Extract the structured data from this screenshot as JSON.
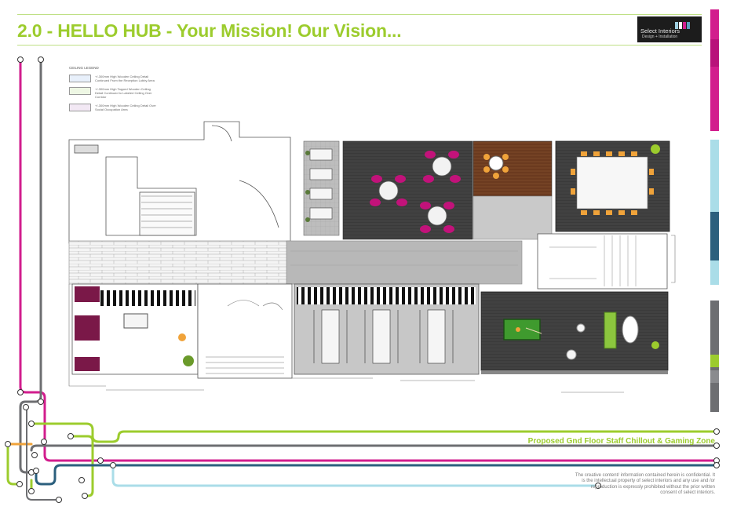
{
  "header": {
    "title": "2.0 - HELLO HUB - Your Mission! Our Vision..."
  },
  "logo": {
    "name": "Select Interiors",
    "tagline": "Design + Installation",
    "bar_colors": [
      "#9ecfe0",
      "#ffffff",
      "#d21d8d",
      "#5aa0c0"
    ]
  },
  "legend": {
    "title": "CEILING LEGEND",
    "items": [
      {
        "text": "+/-300mm High Wooden Ceiling Detail Continued From the Reception Lobby Area",
        "color": "#e8f0fb"
      },
      {
        "text": "+/-300mm High Tapped Wooden Ceiling Detail Continued to Labeled Ceiling Over Corridor",
        "color": "#eef7e4"
      },
      {
        "text": "+/-300mm High Wooden Ceiling Detail Over Social Occupation Area",
        "color": "#f2e8f4"
      }
    ]
  },
  "plan": {
    "caption": "Proposed Gnd Floor Staff Chillout & Gaming Zone"
  },
  "disclaimer": "The creative content/ information contained herein is confidential. It is the intellectual property of select interiors and any use and /or reproduction is expressly prohibited without the prior written consent of select interiors.",
  "colors": {
    "accent_green": "#9ccc2d",
    "magenta": "#d21d8d",
    "teal_dark": "#2b5f7d",
    "light_blue": "#aadde8",
    "grey": "#6d6e71",
    "orange": "#f0a33a"
  },
  "side_strip": [
    {
      "color": "#d21d8d"
    },
    {
      "color": "#aadde8"
    },
    {
      "color": "#2b5f7d"
    },
    {
      "color": "#6d6e71"
    },
    {
      "color": "#9ccc2d"
    }
  ]
}
